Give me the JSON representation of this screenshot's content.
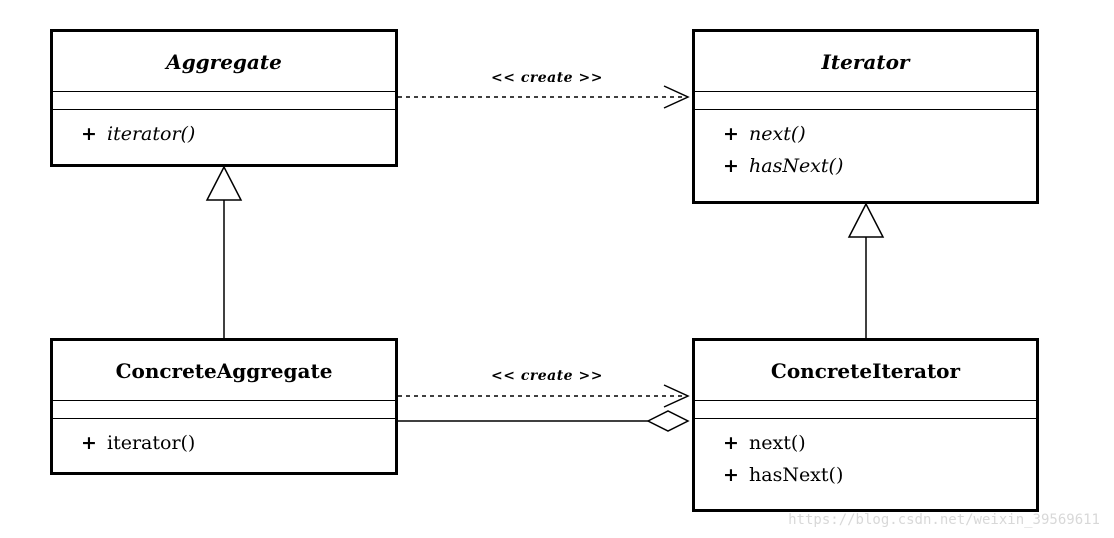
{
  "classes": {
    "aggregate": {
      "name": "Aggregate",
      "abstract": true,
      "operations": [
        {
          "visibility": "+",
          "name": "iterator()"
        }
      ]
    },
    "iterator": {
      "name": "Iterator",
      "abstract": true,
      "operations": [
        {
          "visibility": "+",
          "name": "next()"
        },
        {
          "visibility": "+",
          "name": "hasNext()"
        }
      ]
    },
    "concrete_aggregate": {
      "name": "ConcreteAggregate",
      "abstract": false,
      "operations": [
        {
          "visibility": "+",
          "name": "iterator()"
        }
      ]
    },
    "concrete_iterator": {
      "name": "ConcreteIterator",
      "abstract": false,
      "operations": [
        {
          "visibility": "+",
          "name": "next()"
        },
        {
          "visibility": "+",
          "name": "hasNext()"
        }
      ]
    }
  },
  "relations": {
    "create_top": "<< create >>",
    "create_bottom": "<< create >>"
  },
  "watermark": "https://blog.csdn.net/weixin_39569611"
}
